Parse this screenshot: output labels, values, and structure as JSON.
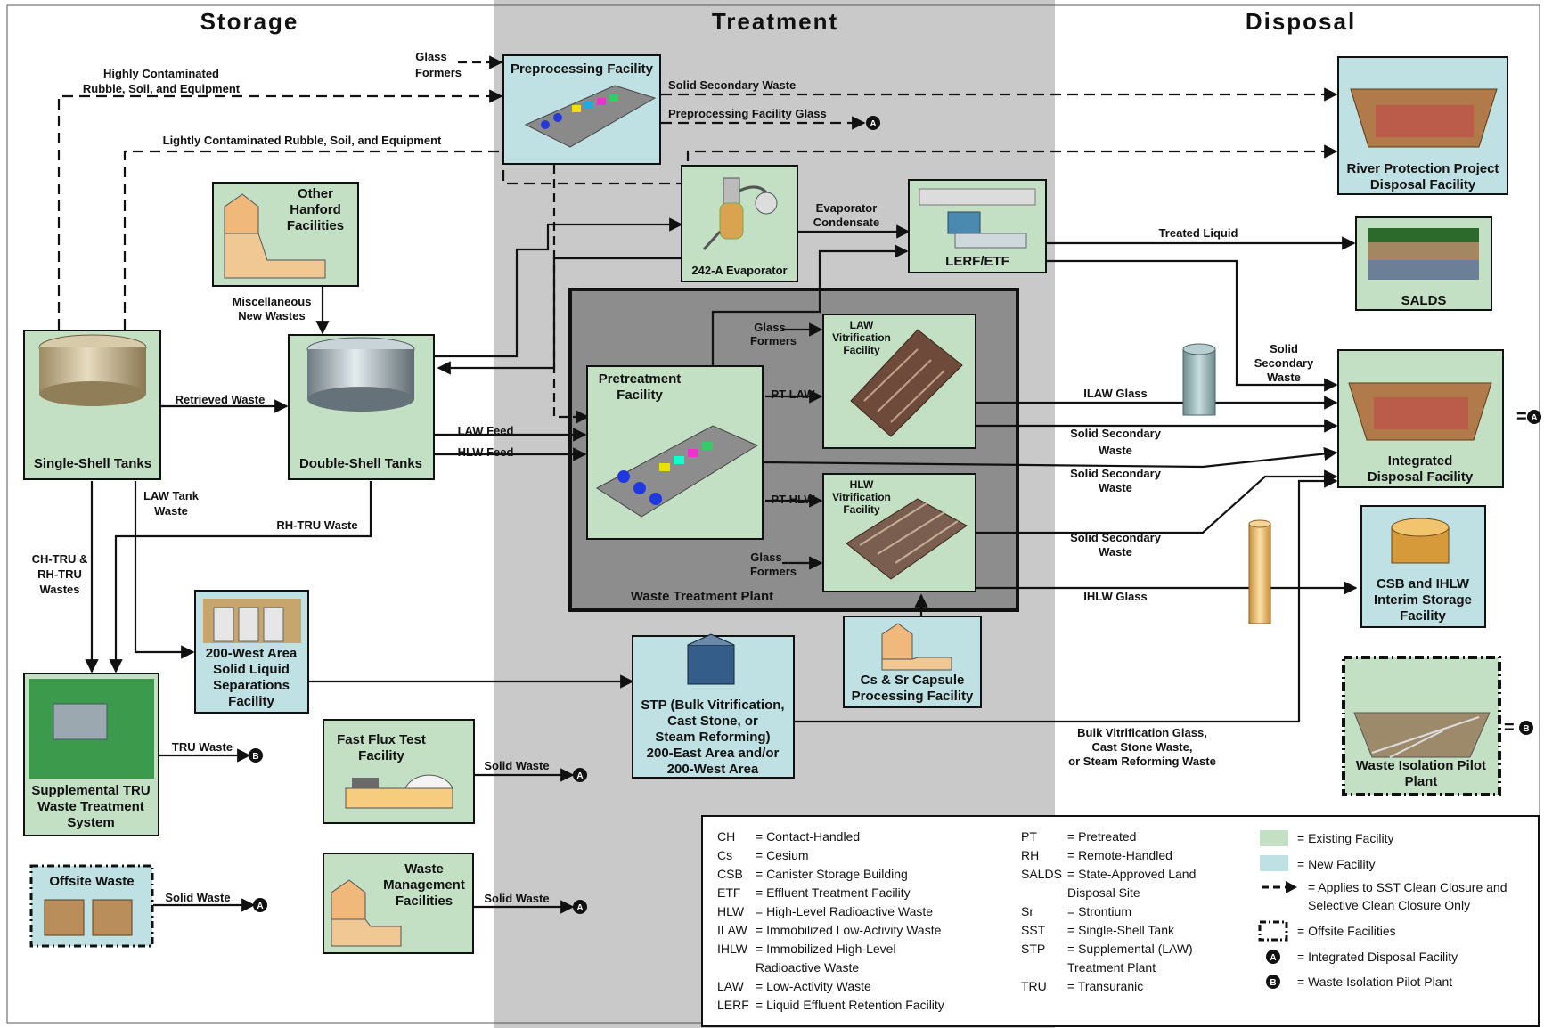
{
  "colors": {
    "existing": "#c3e0c5",
    "new": "#bfe1e4",
    "treatment_band": "#c9c9c9",
    "wtp_fill": "#8d8d8d",
    "line": "#111111"
  },
  "headers": {
    "storage": "Storage",
    "treatment": "Treatment",
    "disposal": "Disposal"
  },
  "facilities": {
    "sst": "Single-Shell Tanks",
    "dst": "Double-Shell Tanks",
    "other_hanford": [
      "Other",
      "Hanford",
      "Facilities"
    ],
    "preprocessing": "Preprocessing Facility",
    "evaporator": "242-A Evaporator",
    "lerf": "LERF/ETF",
    "rppdf": [
      "River Protection Project",
      "Disposal Facility"
    ],
    "salds": "SALDS",
    "pretreatment": [
      "Pretreatment",
      "Facility"
    ],
    "law_vit": [
      "LAW",
      "Vitrification",
      "Facility"
    ],
    "hlw_vit": [
      "HLW",
      "Vitrification",
      "Facility"
    ],
    "wtp": "Waste Treatment Plant",
    "idf": [
      "Integrated",
      "Disposal Facility"
    ],
    "csb": [
      "CSB and IHLW",
      "Interim Storage",
      "Facility"
    ],
    "wipp": [
      "Waste Isolation Pilot",
      "Plant"
    ],
    "west_area": [
      "200-West Area",
      "Solid Liquid",
      "Separations",
      "Facility"
    ],
    "stp": [
      "STP (Bulk Vitrification,",
      "Cast Stone, or",
      "Steam Reforming)",
      "200-East Area and/or",
      "200-West Area"
    ],
    "cs_sr": [
      "Cs & Sr Capsule",
      "Processing Facility"
    ],
    "fftf": [
      "Fast Flux Test",
      "Facility"
    ],
    "tru_system": [
      "Supplemental TRU",
      "Waste Treatment",
      "System"
    ],
    "offsite": "Offsite Waste",
    "waste_mgmt": [
      "Waste",
      "Management",
      "Facilities"
    ]
  },
  "flows": {
    "glass_formers": [
      "Glass",
      "Formers"
    ],
    "highly_contaminated": [
      "Highly Contaminated",
      "Rubble, Soil, and Equipment"
    ],
    "lightly_contaminated": "Lightly Contaminated Rubble, Soil, and Equipment",
    "solid_secondary_waste": "Solid Secondary Waste",
    "preprocessing_glass": "Preprocessing Facility Glass",
    "evaporator_condensate": [
      "Evaporator",
      "Condensate"
    ],
    "treated_liquid": "Treated Liquid",
    "misc_new_wastes": [
      "Miscellaneous",
      "New Wastes"
    ],
    "retrieved_waste": "Retrieved Waste",
    "law_feed": "LAW Feed",
    "hlw_feed": "HLW Feed",
    "pt_law": "PT LAW",
    "pt_hlw": "PT HLW",
    "ilaw_glass": "ILAW Glass",
    "ihlw_glass": "IHLW Glass",
    "solid_secondary_2": [
      "Solid",
      "Secondary",
      "Waste"
    ],
    "solid_secondary_waste_2l": [
      "Solid Secondary",
      "Waste"
    ],
    "law_tank_waste": [
      "LAW Tank",
      "Waste"
    ],
    "rh_tru_waste": "RH-TRU Waste",
    "ch_rh_tru": [
      "CH-TRU &",
      "RH-TRU",
      "Wastes"
    ],
    "tru_waste": "TRU Waste",
    "solid_waste": "Solid Waste",
    "bulk_vit": [
      "Bulk Vitrification Glass,",
      "Cast Stone Waste,",
      "or Steam Reforming Waste"
    ],
    "marker_a": "A",
    "marker_b": "B",
    "eq_a": "=",
    "eq_b": "="
  },
  "legend": {
    "col1": [
      [
        "CH",
        "= Contact-Handled"
      ],
      [
        "Cs",
        "= Cesium"
      ],
      [
        "CSB",
        "= Canister Storage Building"
      ],
      [
        "ETF",
        "= Effluent Treatment Facility"
      ],
      [
        "HLW",
        "= High-Level Radioactive Waste"
      ],
      [
        "ILAW",
        "= Immobilized Low-Activity Waste"
      ],
      [
        "IHLW",
        "= Immobilized High-Level"
      ],
      [
        "",
        "Radioactive Waste"
      ],
      [
        "LAW",
        "= Low-Activity Waste"
      ],
      [
        "LERF",
        "= Liquid Effluent Retention Facility"
      ]
    ],
    "col2": [
      [
        "PT",
        "= Pretreated"
      ],
      [
        "RH",
        "= Remote-Handled"
      ],
      [
        "SALDS",
        "= State-Approved Land"
      ],
      [
        "",
        "Disposal Site"
      ],
      [
        "Sr",
        "= Strontium"
      ],
      [
        "SST",
        "= Single-Shell Tank"
      ],
      [
        "STP",
        "= Supplemental (LAW)"
      ],
      [
        "",
        "Treatment Plant"
      ],
      [
        "TRU",
        "= Transuranic"
      ]
    ],
    "col3": {
      "existing": "= Existing Facility",
      "new": "= New Facility",
      "sst_closure": [
        "= Applies to SST Clean Closure and",
        "Selective Clean Closure Only"
      ],
      "offsite": "= Offsite Facilities",
      "idf": "= Integrated Disposal Facility",
      "wipp": "= Waste Isolation Pilot Plant"
    }
  }
}
